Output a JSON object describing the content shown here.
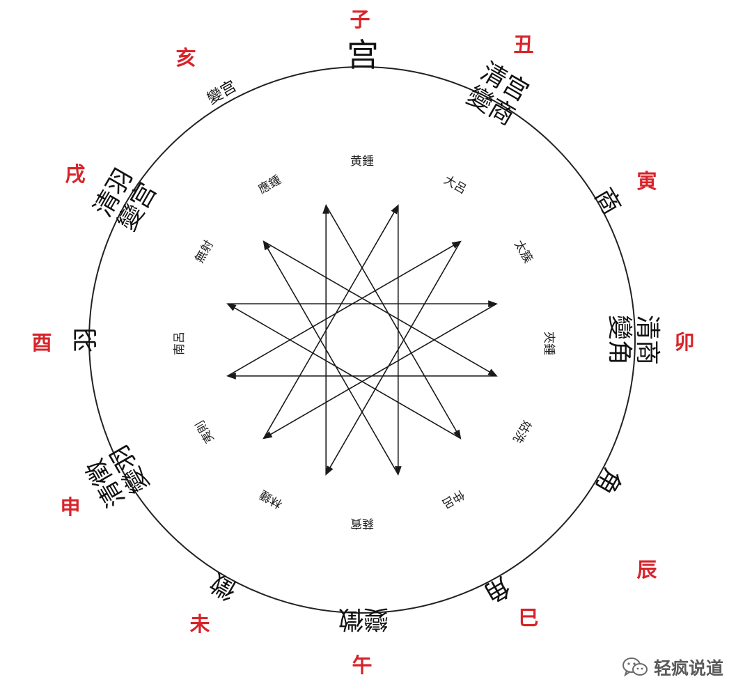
{
  "branches": [
    "子",
    "丑",
    "寅",
    "卯",
    "辰",
    "巳",
    "午",
    "未",
    "申",
    "酉",
    "戌",
    "亥"
  ],
  "modes": {
    "zi": "宫",
    "chou": [
      "清宫",
      "變商"
    ],
    "yin": "商",
    "mao": [
      "清商",
      "變角"
    ],
    "si": "角",
    "wu": "變徵",
    "wei": "徵",
    "shen": [
      "清徵",
      "變羽"
    ],
    "you": "羽",
    "xu": [
      "清羽",
      "變宫"
    ],
    "hai": "變宫"
  },
  "lu_names": [
    "黄鍾",
    "大呂",
    "太簇",
    "夾鍾",
    "姑洗",
    "仲呂",
    "蕤賓",
    "林鍾",
    "夷則",
    "南呂",
    "無射",
    "應鍾"
  ],
  "watermark": {
    "icon": "wechat-icon",
    "text": "轻疯说道"
  },
  "colors": {
    "branch": "#d8232a",
    "line": "#1a1a1a",
    "watermark": "#5a5a5a"
  }
}
